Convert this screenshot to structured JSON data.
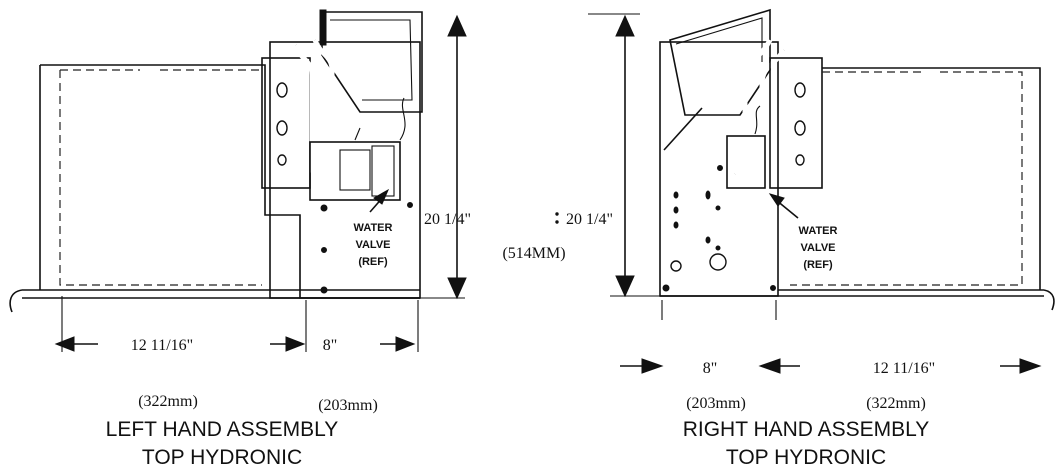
{
  "left_assembly": {
    "title_line1": "LEFT HAND ASSEMBLY",
    "title_line2": "TOP HYDRONIC",
    "width_dim": "12  11/16\"",
    "width_metric": "(322mm)",
    "depth_dim": "8\"",
    "depth_metric": "(203mm)",
    "height_dim": "20 1/4\"",
    "callout": {
      "line1": "WATER",
      "line2": "VALVE",
      "line3": "(REF)"
    }
  },
  "right_assembly": {
    "title_line1": "RIGHT HAND ASSEMBLY",
    "title_line2": "TOP HYDRONIC",
    "width_dim": "12 11/16\"",
    "width_metric": "(322mm)",
    "depth_dim": "8\"",
    "depth_metric": "(203mm)",
    "height_dim": "20 1/4\"",
    "callout": {
      "line1": "WATER",
      "line2": "VALVE",
      "line3": "(REF)"
    }
  },
  "shared": {
    "height_metric": "(514MM)"
  }
}
